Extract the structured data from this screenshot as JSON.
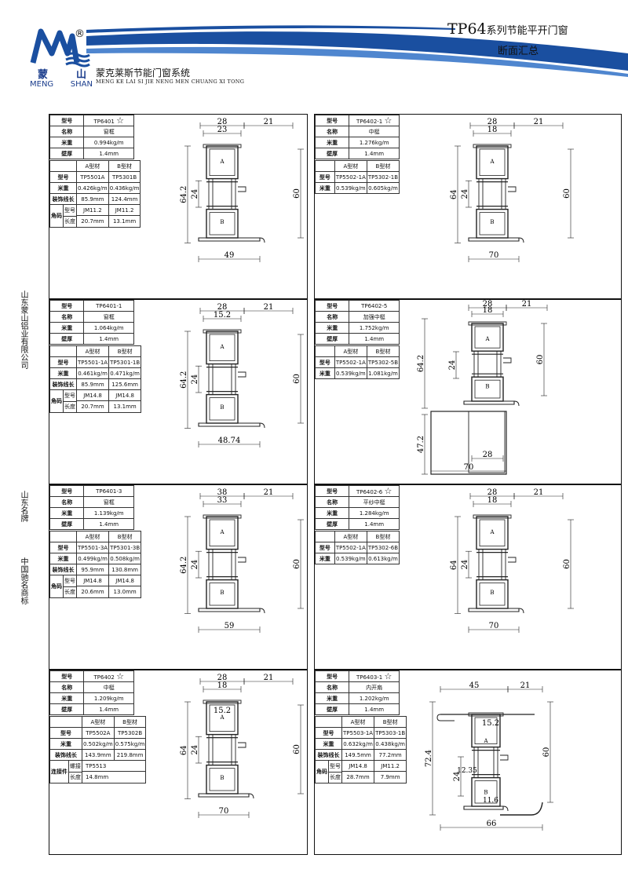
{
  "header": {
    "title_main": "TP64",
    "title_suffix": "系列节能平开门窗",
    "subtitle": "断面汇总",
    "brand_cn": "蒙克莱斯节能门窗系统",
    "brand_en": "MENG KE LAI SI JIE NENG MEN CHUANG XI TONG",
    "logo_cn_1": "蒙",
    "logo_cn_2": "山",
    "logo_en_1": "MENG",
    "logo_en_2": "SHAN",
    "reg_mark": "®"
  },
  "side": {
    "company": "山东蒙山铝业有限公司",
    "brand1": "山东名牌",
    "brand2": "中国驰名商标"
  },
  "colors": {
    "brand_blue": "#1a4fa0",
    "swoosh_light": "#4f86cf"
  },
  "panels": [
    {
      "id": "p1",
      "model": "TP6401",
      "star": "☆",
      "name": "窗框",
      "weight": "0.994kg/m",
      "wall": "1.4mm",
      "a_head": "A型材",
      "b_head": "B型材",
      "a_model": "TP5501A",
      "b_model": "TP5301B",
      "a_weight": "0.426kg/m",
      "b_weight": "0.436kg/m",
      "a_line": "85.9mm",
      "b_line": "124.4mm",
      "a_code": "JM11.2",
      "b_code": "JM11.2",
      "a_len": "20.7mm",
      "b_len": "13.1mm",
      "dims": {
        "top1": "28",
        "top2": "21",
        "top3": "23",
        "left": "64.2",
        "right": "60",
        "mid": "24",
        "bottom": "49"
      }
    },
    {
      "id": "p2",
      "model": "TP6402-1",
      "star": "☆",
      "name": "中梃",
      "weight": "1.276kg/m",
      "wall": "1.4mm",
      "a_head": "A型材",
      "b_head": "B型材",
      "a_model": "TP5502-1A",
      "b_model": "TP5302-1B",
      "a_weight": "0.539kg/m",
      "b_weight": "0.605kg/m",
      "dims": {
        "top1": "28",
        "top2": "21",
        "top3": "18",
        "left": "64",
        "right": "60",
        "mid": "24",
        "bottom": "70"
      }
    },
    {
      "id": "p3",
      "model": "TP6401-1",
      "name": "窗框",
      "weight": "1.064kg/m",
      "wall": "1.4mm",
      "a_head": "A型材",
      "b_head": "B型材",
      "a_model": "TP5501-1A",
      "b_model": "TP5301-1B",
      "a_weight": "0.461kg/m",
      "b_weight": "0.471kg/m",
      "a_line": "85.9mm",
      "b_line": "125.6mm",
      "a_code": "JM14.8",
      "b_code": "JM14.8",
      "a_len": "20.7mm",
      "b_len": "13.1mm",
      "dims": {
        "top1": "28",
        "top2": "21",
        "top3": "15.2",
        "left": "64.2",
        "right": "60",
        "mid": "24",
        "bottom": "48.74"
      }
    },
    {
      "id": "p4",
      "model": "TP6402-5",
      "name": "加强中梃",
      "weight": "1.752kg/m",
      "wall": "1.4mm",
      "a_head": "A型材",
      "b_head": "B型材",
      "a_model": "TP5502-1A",
      "b_model": "TP5302-5B",
      "a_weight": "0.539kg/m",
      "b_weight": "1.081kg/m",
      "dims": {
        "top1": "28",
        "top2": "21",
        "top3": "18",
        "left": "64.2",
        "right": "60",
        "mid": "24",
        "lower": "47.2",
        "inner": "28",
        "bottom": "70"
      }
    },
    {
      "id": "p5",
      "model": "TP6401-3",
      "name": "窗框",
      "weight": "1.139kg/m",
      "wall": "1.4mm",
      "a_head": "A型材",
      "b_head": "B型材",
      "a_model": "TP5501-3A",
      "b_model": "TP5301-3B",
      "a_weight": "0.499kg/m",
      "b_weight": "0.508kg/m",
      "a_line": "95.9mm",
      "b_line": "130.8mm",
      "a_code": "JM14.8",
      "b_code": "JM14.8",
      "a_len": "20.6mm",
      "b_len": "13.0mm",
      "dims": {
        "top1": "38",
        "top2": "21",
        "top3": "33",
        "left": "64.2",
        "right": "60",
        "mid": "24",
        "bottom": "59"
      }
    },
    {
      "id": "p6",
      "model": "TP6402-6",
      "star": "☆",
      "name": "平纱中梃",
      "weight": "1.284kg/m",
      "wall": "1.4mm",
      "a_head": "A型材",
      "b_head": "B型材",
      "a_model": "TP5502-1A",
      "b_model": "TP5302-6B",
      "a_weight": "0.539kg/m",
      "b_weight": "0.613kg/m",
      "dims": {
        "top1": "28",
        "top2": "21",
        "top3": "18",
        "left": "64",
        "right": "60",
        "mid": "24",
        "bottom": "70"
      }
    },
    {
      "id": "p7",
      "model": "TP6402",
      "star": "☆",
      "name": "中梃",
      "weight": "1.209kg/m",
      "wall": "1.4mm",
      "a_head": "A型材",
      "b_head": "B型材",
      "a_model": "TP5502A",
      "b_model": "TP5302B",
      "a_weight": "0.502kg/m",
      "b_weight": "0.575kg/m",
      "a_line": "143.9mm",
      "b_line": "219.8mm",
      "screw_label": "螺接",
      "screw_val": "TP5513",
      "len_label": "长度",
      "len_val": "14.8mm",
      "dims": {
        "top1": "28",
        "top2": "21",
        "top3": "18",
        "left": "64",
        "right": "60",
        "mid": "24",
        "inner": "15.2",
        "bottom": "70"
      }
    },
    {
      "id": "p8",
      "model": "TP6403-1",
      "star": "☆",
      "name": "内开扇",
      "weight": "1.202kg/m",
      "wall": "1.4mm",
      "a_head": "A型材",
      "b_head": "B型材",
      "a_model": "TP5503-1A",
      "b_model": "TP5303-1B",
      "a_weight": "0.632kg/m",
      "b_weight": "0.438kg/m",
      "a_line": "149.5mm",
      "b_line": "77.2mm",
      "a_code": "JM14.8",
      "b_code": "JM11.2",
      "a_len": "28.7mm",
      "b_len": "7.9mm",
      "dims": {
        "top1": "45",
        "top2": "21",
        "left": "72.4",
        "right": "60",
        "mid": "24",
        "inner": "15.2",
        "small1": "12.35",
        "small2": "11.6",
        "bottom": "66"
      }
    }
  ],
  "labels": {
    "model": "型号",
    "name": "名称",
    "weight": "米重",
    "wall": "壁厚",
    "line": "装饰线长",
    "corner": "角码",
    "code": "型号",
    "length": "长度",
    "connector": "连接件",
    "part_a": "A",
    "part_b": "B"
  }
}
